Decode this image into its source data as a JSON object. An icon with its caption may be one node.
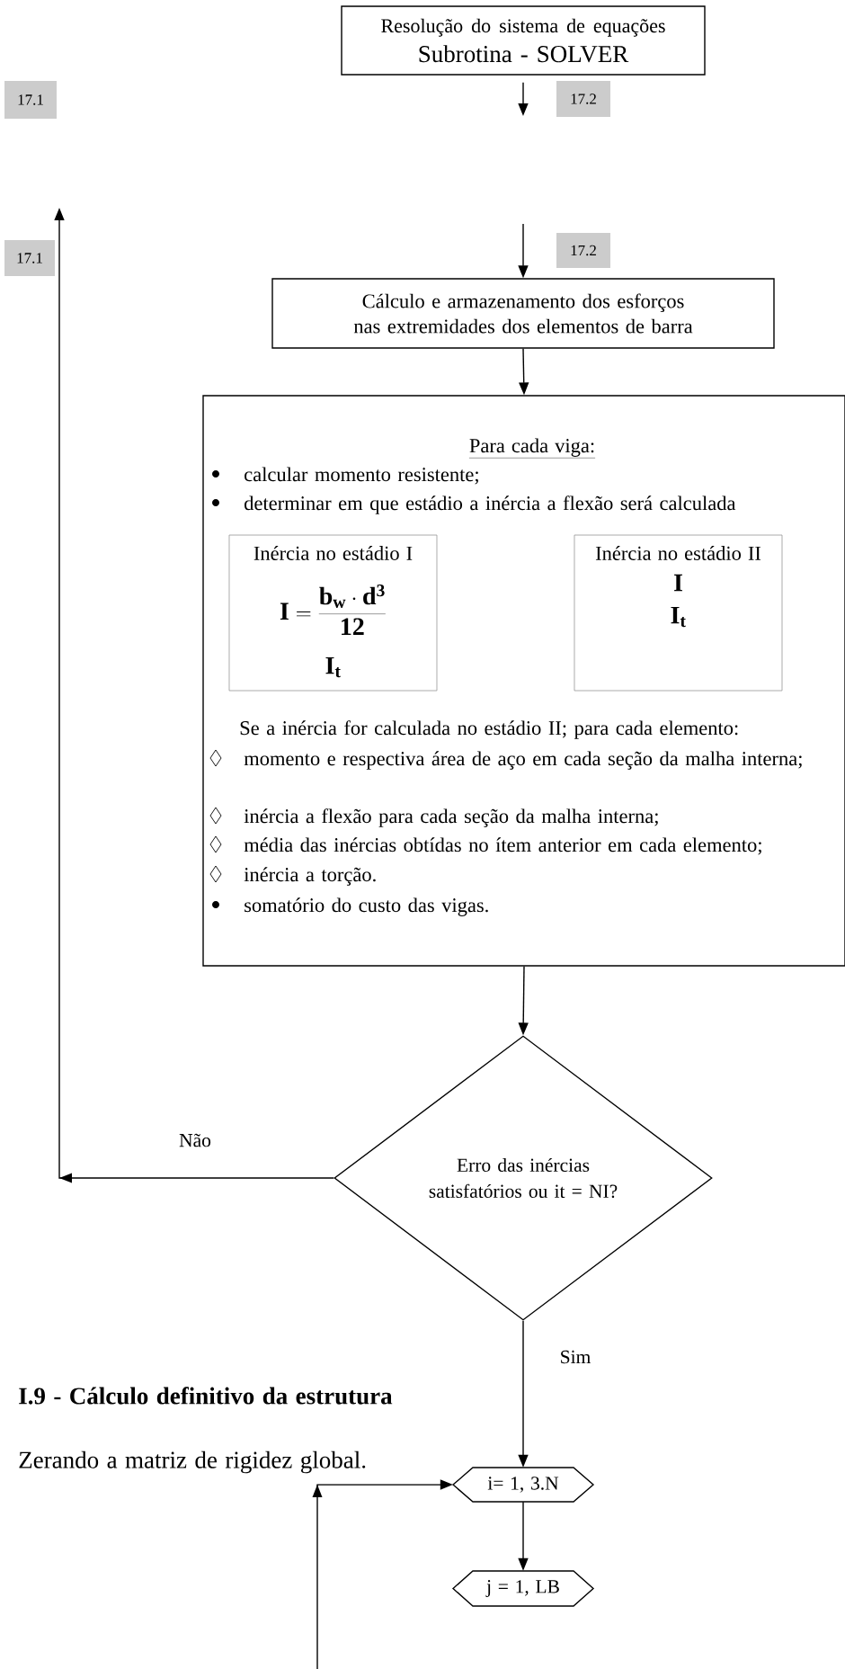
{
  "diagram": {
    "nodes": [
      {
        "text": [
          "Resolução do sistema de equações",
          "Subrotina - SOLVER"
        ]
      },
      {
        "text": [
          "17.1"
        ]
      },
      {
        "text": [
          "17.2"
        ]
      },
      {
        "text": [
          "17.1"
        ]
      },
      {
        "text": [
          "17.2"
        ]
      },
      {
        "text": [
          "Cálculo e armazenamento dos esforços nas extremidades dos elementos de barra"
        ]
      },
      {
        "text": [
          "Para cada viga:",
          "calcular momento resistente;",
          "determinar em que estádio a inércia a flexão será calculada",
          "Se a inércia for calculada no estádio II; para cada elemento:",
          "momento e respectiva área de aço em cada seção da malha interna;",
          "inércia a flexão para cada seção da malha interna;",
          "média das inércias obtídas no ítem anterior em cada elemento;",
          "inércia a torção.",
          "somatório do custo das vigas."
        ]
      },
      {
        "text": [
          "Inércia no estádio I",
          "\\mathbf{I}=\\frac{\\mathbf{b}_{\\mathbf{w}}\\cdot\\mathbf{d}^{\\mathbf{3}}}{\\mathbf{12}}",
          "\\mathbf{I}_{\\mathbf{t}}"
        ],
        "in": 6
      },
      {
        "text": [
          "Inércia no estádio II",
          "\\mathbf{I}",
          "\\mathbf{I}_{\\mathbf{t}}"
        ],
        "in": 6
      },
      {
        "text": [
          "Erro das inércias satisfatórios ou it = NI?"
        ]
      },
      {
        "text": [
          "i= 1, 3.N"
        ]
      },
      {
        "text": [
          "j = 1, LB"
        ]
      }
    ],
    "edges": [
      {
        "from": 0,
        "to": null,
        "arrow": "to"
      },
      {
        "from": null,
        "to": 5,
        "arrow": "to"
      },
      {
        "from": 5,
        "to": 6,
        "arrow": "to"
      },
      {
        "from": 6,
        "to": 9,
        "arrow": "to"
      },
      {
        "from": 9,
        "to": null,
        "arrow": "to",
        "label": "Não"
      },
      {
        "from": 9,
        "to": 10,
        "arrow": "to",
        "label": "Sim"
      },
      {
        "from": 10,
        "to": 11,
        "arrow": "to"
      },
      {
        "from": null,
        "to": 10,
        "arrow": "to"
      }
    ],
    "labels": [
      "I.9 - Cálculo definitivo da estrutura",
      "Zerando a matriz de rigidez global."
    ]
  }
}
